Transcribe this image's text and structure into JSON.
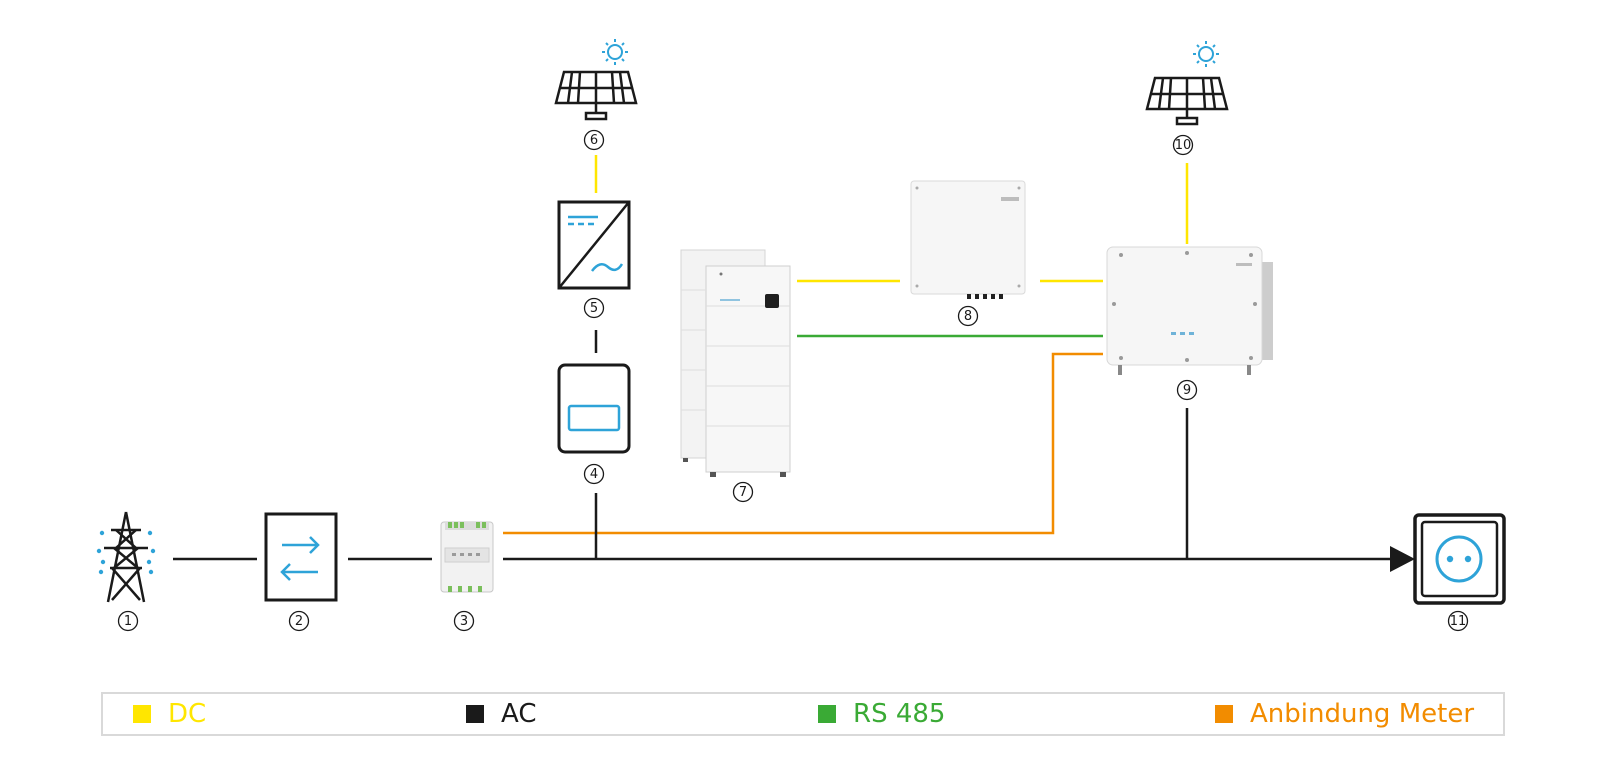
{
  "colors": {
    "dc": "#ffe600",
    "ac": "#1a1a1a",
    "rs485": "#3aaa35",
    "meter": "#f28c00",
    "icon_blue": "#2ea3d8"
  },
  "components": [
    {
      "num": "1",
      "icon": "power-pylon-icon"
    },
    {
      "num": "2",
      "icon": "bidirectional-meter-icon"
    },
    {
      "num": "3",
      "icon": "smart-meter-device"
    },
    {
      "num": "4",
      "icon": "display-unit-icon"
    },
    {
      "num": "5",
      "icon": "dc-ac-inverter-icon"
    },
    {
      "num": "6",
      "icon": "solar-panel-icon"
    },
    {
      "num": "7",
      "icon": "battery-stack"
    },
    {
      "num": "8",
      "icon": "storage-inverter"
    },
    {
      "num": "9",
      "icon": "hybrid-inverter"
    },
    {
      "num": "10",
      "icon": "solar-panel-icon"
    },
    {
      "num": "11",
      "icon": "power-socket-icon"
    }
  ],
  "legend": [
    {
      "label": "DC",
      "color": "#ffe600"
    },
    {
      "label": "AC",
      "color": "#1a1a1a"
    },
    {
      "label": "RS 485",
      "color": "#3aaa35"
    },
    {
      "label": "Anbindung Meter",
      "color": "#f28c00"
    }
  ]
}
